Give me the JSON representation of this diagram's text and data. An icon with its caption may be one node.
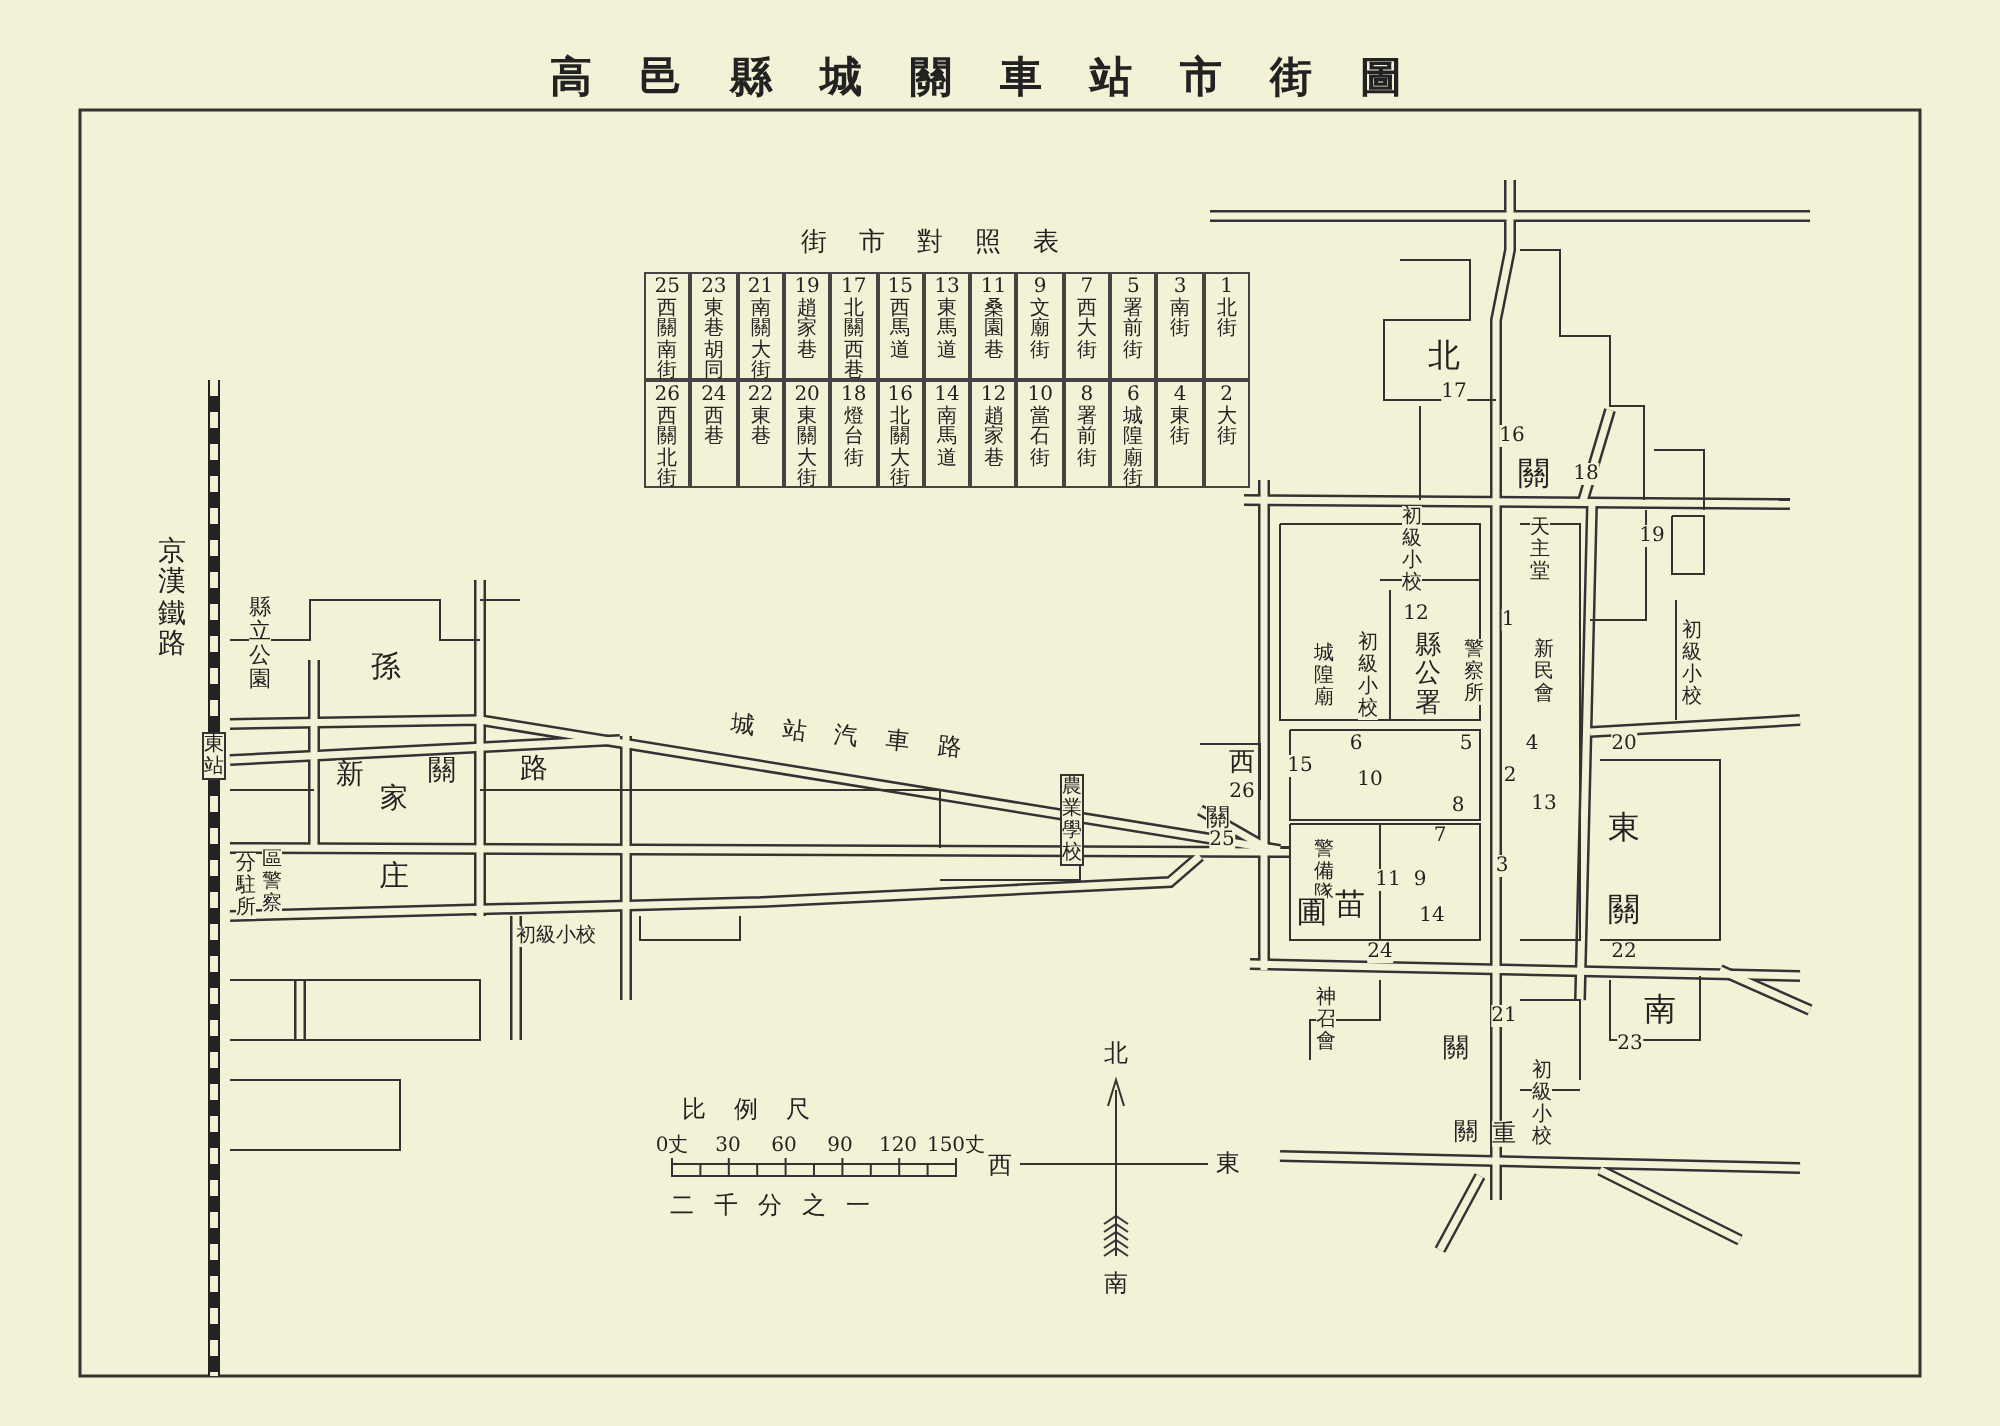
{
  "diagram": {
    "title": "高邑縣城關車站市街圖",
    "labels": [
      "街市對照表",
      "1北街",
      "3南街",
      "5署前街",
      "7西大街",
      "9文廟街",
      "11桑園巷",
      "13東馬道",
      "15西馬道",
      "17北關西巷",
      "19趙家巷",
      "21南關大街",
      "23東巷胡同",
      "25西關南街",
      "2大街",
      "4東街",
      "6城隍廟街",
      "8署前街",
      "10當石街",
      "12趙家巷",
      "14南馬道",
      "16北關大街",
      "18燈台街",
      "20東關大街",
      "22東巷",
      "24西巷",
      "26西關北街",
      "京漢鐵路",
      "北",
      "17",
      "16",
      "關",
      "18",
      "19",
      "初級小校",
      "天主堂",
      "12",
      "1",
      "縣立公園",
      "孫",
      "城隍廟",
      "初級小校",
      "縣公署",
      "警察所",
      "新民會",
      "初級小校",
      "城站汽車路",
      "6",
      "5",
      "4",
      "20",
      "東站",
      "15",
      "西",
      "10",
      "新",
      "關",
      "路",
      "26",
      "2",
      "家",
      "13",
      "8",
      "農業學校",
      "關",
      "東",
      "7",
      "25",
      "警備隊",
      "區警察",
      "分駐所",
      "11",
      "9",
      "3",
      "庄",
      "苗",
      "圃",
      "14",
      "關",
      "初級小校",
      "24",
      "22",
      "神召會",
      "21",
      "南",
      "23",
      "關",
      "比例尺",
      "北",
      "初級小校",
      "關",
      "重",
      "0丈",
      "30",
      "60",
      "90",
      "120",
      "150丈",
      "西",
      "東",
      "二千分之一",
      "南"
    ]
  }
}
